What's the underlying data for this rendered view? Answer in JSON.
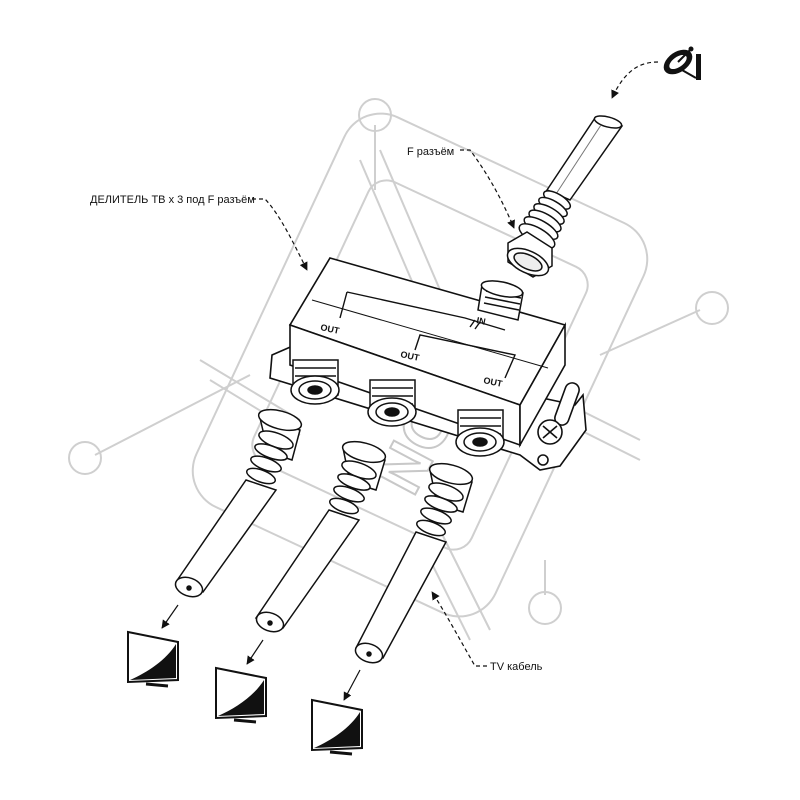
{
  "labels": {
    "splitter": "ДЕЛИТЕЛЬ ТВ х 3 под F разъём",
    "f_connector": "F разъём",
    "tv_cable": "TV кабель"
  },
  "ports": {
    "in": "IN",
    "out_left": "OUT",
    "out_middle": "OUT",
    "out_right": "OUT"
  },
  "watermark": {
    "text": "NORM"
  },
  "icons": {
    "source": "satellite-dish-icon",
    "outputs": [
      "tv-icon",
      "tv-icon",
      "tv-icon"
    ]
  },
  "colors": {
    "line": "#111111",
    "watermark": "#c8c8c8",
    "background": "#ffffff"
  }
}
